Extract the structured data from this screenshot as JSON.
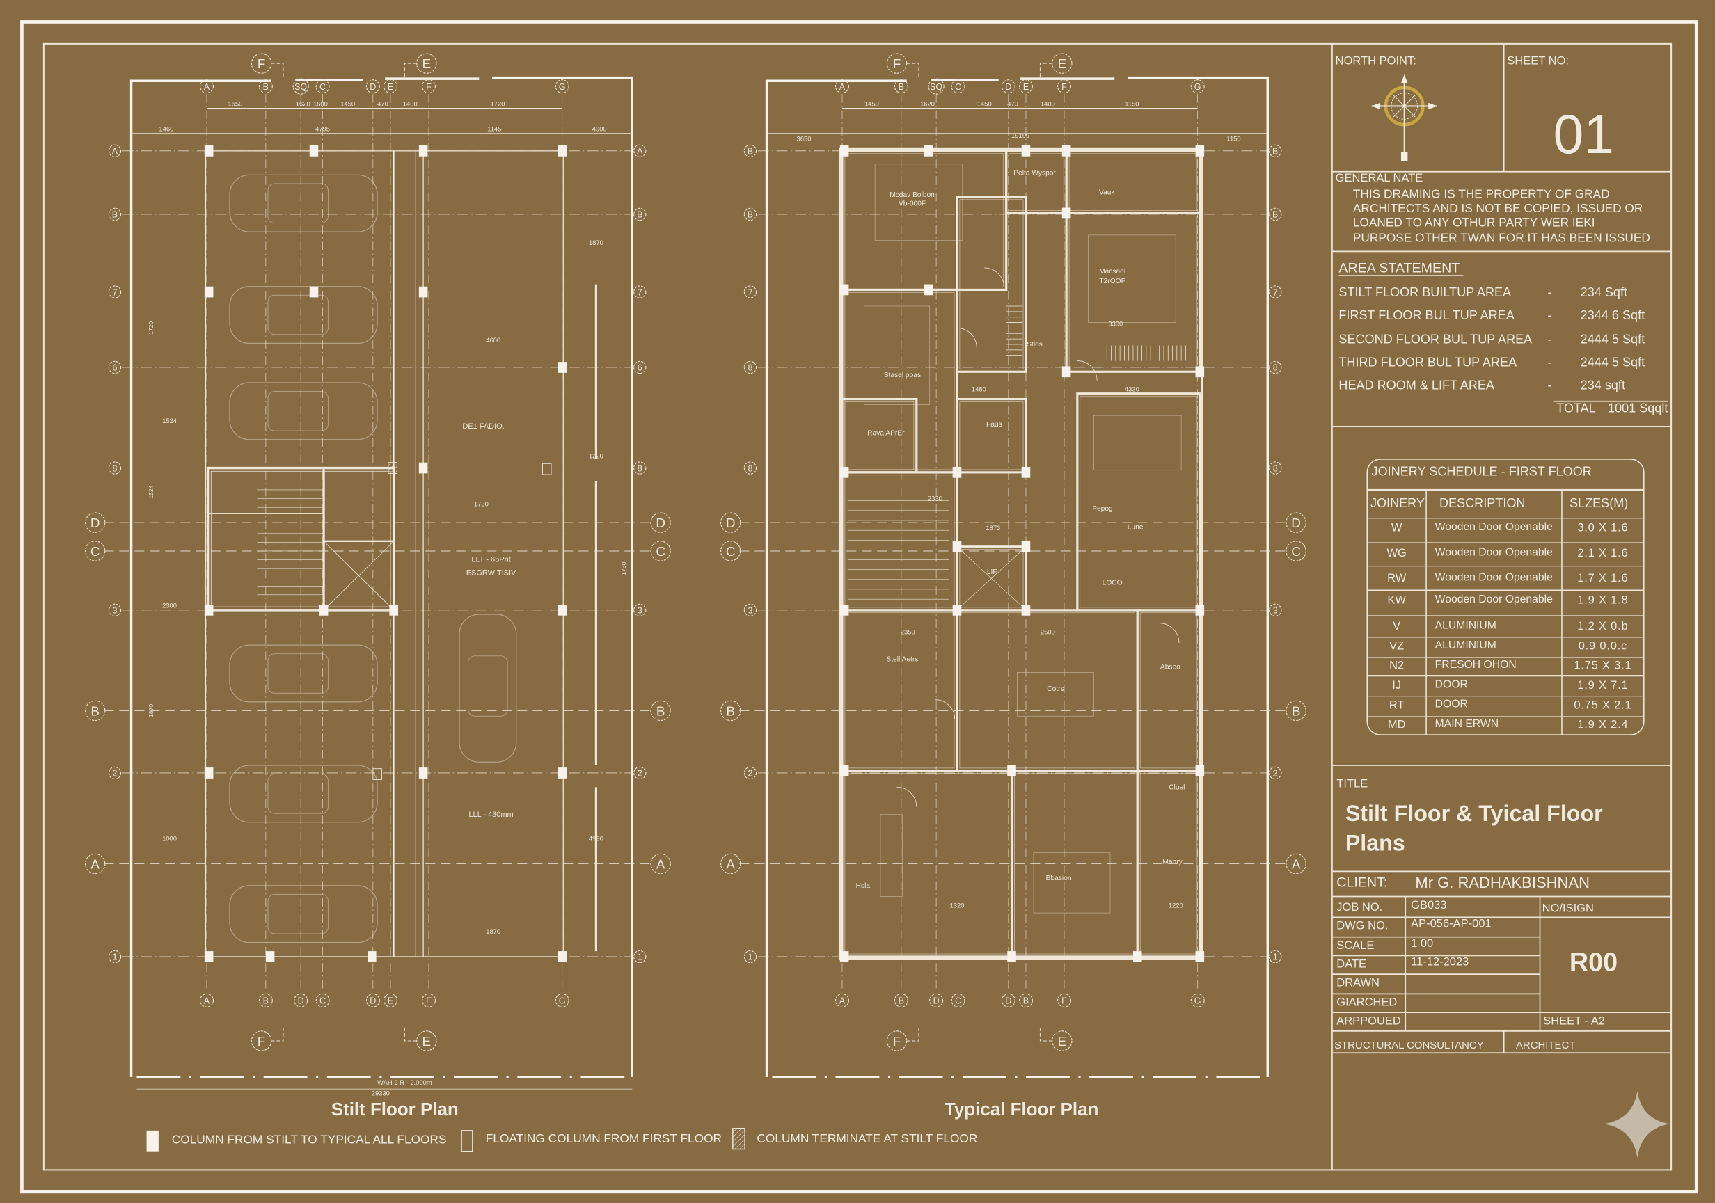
{
  "colors": {
    "background": "#866b43",
    "linework": "#efe7d8",
    "compass_ring": "#c9a544",
    "accent_star": "#c5b9a8"
  },
  "title_block": {
    "north_point_label": "NORTH POINT:",
    "sheet_no_label": "SHEET NO:",
    "sheet_no": "01",
    "general_note": {
      "heading": "GENERAL NATE",
      "lines": [
        "THIS DRAMING IS THE PROPERTY OF GRAD",
        "ARCHITECTS AND IS NOT BE COPIED,  ISSUED OR",
        "LOANED TO ANY OTHUR PARTY WER IEKI",
        "PURPOSE OTHER TWAN FOR IT HAS BEEN ISSUED"
      ]
    },
    "area_statement": {
      "heading": "AREA STATEMENT",
      "rows": [
        {
          "label": "STILT FLOOR BUILTUP AREA",
          "sep": "-",
          "value": "234 Sqft"
        },
        {
          "label": "FIRST FLOOR BUL TUP AREA",
          "sep": "-",
          "value": "2344 6 Sqft"
        },
        {
          "label": "SECOND FLOOR BUL TUP AREA",
          "sep": "-",
          "value": "2444 5 Sqft"
        },
        {
          "label": "THIRD FLOOR BUL TUP AREA",
          "sep": "-",
          "value": "2444 5 Sqft"
        },
        {
          "label": "HEAD ROOM & LIFT AREA",
          "sep": "-",
          "value": "234 sqft"
        }
      ],
      "total_label": "TOTAL",
      "total_value": "1001 Sqqlt"
    },
    "joinery_schedule": {
      "title": "JOINERY SCHEDULE - FIRST FLOOR",
      "headers": [
        "JOINERY",
        "DESCRIPTION",
        "SLZES(M)"
      ],
      "rows": [
        {
          "code": "W",
          "description": "Wooden Door Openable",
          "size": "3.0 X 1.6"
        },
        {
          "code": "WG",
          "description": "Wooden Door Openable",
          "size": "2.1 X 1.6"
        },
        {
          "code": "RW",
          "description": "Wooden Door Openable",
          "size": "1.7 X 1.6"
        },
        {
          "code": "KW",
          "description": "Wooden Door Openable",
          "size": "1.9 X 1.8"
        },
        {
          "code": "V",
          "description": "ALUMINIUM",
          "size": "1.2 X 0.b"
        },
        {
          "code": "VZ",
          "description": "ALUMINIUM",
          "size": "0.9 0.0.c"
        },
        {
          "code": "N2",
          "description": "FRESOH OHON",
          "size": "1.75 X 3.1"
        },
        {
          "code": "IJ",
          "description": "DOOR",
          "size": "1.9 X 7.1"
        },
        {
          "code": "RT",
          "description": "DOOR",
          "size": "0.75 X 2.1"
        },
        {
          "code": "MD",
          "description": "MAIN ERWN",
          "size": "1.9 X 2.4"
        }
      ]
    },
    "title_label": "TITLE",
    "title_lines": [
      "Stilt Floor & Tyical Floor",
      "Plans"
    ],
    "client_label": "CLIENT:",
    "client_value": "Mr G. RADHAKBISHNAN",
    "info_rows": [
      {
        "label": "JOB NO.",
        "value": "GB033"
      },
      {
        "label": "DWG NO.",
        "value": "AP-056-AP-001"
      },
      {
        "label": "SCALE",
        "value": "1 00"
      },
      {
        "label": "DATE",
        "value": "11-12-2023"
      },
      {
        "label": "DRAWN",
        "value": ""
      },
      {
        "label": "GIARCHED",
        "value": ""
      },
      {
        "label": "ARPPOUED",
        "value": ""
      }
    ],
    "no_sign_label": "NO/ISIGN",
    "revision": "R00",
    "sheet_size": "SHEET - A2",
    "footer": [
      "STRUCTURAL CONSULTANCY",
      "ARCHITECT"
    ]
  },
  "stilt_plan": {
    "title": "Stilt Floor Plan",
    "col_labels": [
      "A",
      "B",
      "SQ",
      "C",
      "D",
      "E",
      "F",
      "G"
    ],
    "bottom_col_labels": [
      "A",
      "B",
      "D",
      "C",
      "D",
      "E",
      "F",
      "G"
    ],
    "row_labels": [
      "A",
      "B",
      "7",
      "6",
      "8",
      "3",
      "2",
      "1"
    ],
    "major_row_labels": [
      "D",
      "C",
      "B",
      "A"
    ],
    "section_labels": [
      "F",
      "E"
    ],
    "dims": [
      "1650",
      "1620",
      "1600",
      "1450",
      "470",
      "1400",
      "1720",
      "1460",
      "4795",
      "1145",
      "4000",
      "4600",
      "1730",
      "1220",
      "4990",
      "1870",
      "1000",
      "2300",
      "1524",
      "1870"
    ],
    "notes": [
      "DE1 FADIO.",
      "LLT - 65Pnt",
      "ESGRW TISIV",
      "LLL - 430mm",
      "WAH 2 R - 2.000m",
      "29330"
    ]
  },
  "typical_plan": {
    "title": "Typical Floor Plan",
    "col_labels": [
      "A",
      "B",
      "SQ",
      "C",
      "D",
      "E",
      "F",
      "G"
    ],
    "bottom_col_labels": [
      "A",
      "B",
      "D",
      "C",
      "D",
      "B",
      "F",
      "G"
    ],
    "row_labels": [
      "B",
      "B",
      "7",
      "8",
      "8",
      "3",
      "2",
      "1"
    ],
    "major_row_labels": [
      "D",
      "C",
      "B",
      "A"
    ],
    "section_labels": [
      "F",
      "E"
    ],
    "dims": [
      "1450",
      "1620",
      "1450",
      "470",
      "1400",
      "1150",
      "19199",
      "1150",
      "3650",
      "3300",
      "4330",
      "1480",
      "2330",
      "1873",
      "2350",
      "2500",
      "1320",
      "1220"
    ],
    "rooms": [
      "Mcdav Bolbon",
      "Vb-000F",
      "Pelta Wyspor",
      "Vauk",
      "Macsael",
      "T2rOOF",
      "Stasel poas",
      "Rava APrEr",
      "Faus",
      "Stlos",
      "Lune",
      "LOCO",
      "Stell Aetrs",
      "LIF",
      "Cotrs",
      "Abseo",
      "Bbasion",
      "Hsla",
      "Cluel",
      "Manry",
      "Pepog"
    ]
  },
  "legend": [
    {
      "symbol": "solid-column",
      "label": "COLUMN FROM STILT TO TYPICAL ALL FLOORS"
    },
    {
      "symbol": "outline-column",
      "label": "FLOATING COLUMN FROM FIRST FLOOR"
    },
    {
      "symbol": "hatched-column",
      "label": "COLUMN TERMINATE AT STILT FLOOR"
    }
  ]
}
